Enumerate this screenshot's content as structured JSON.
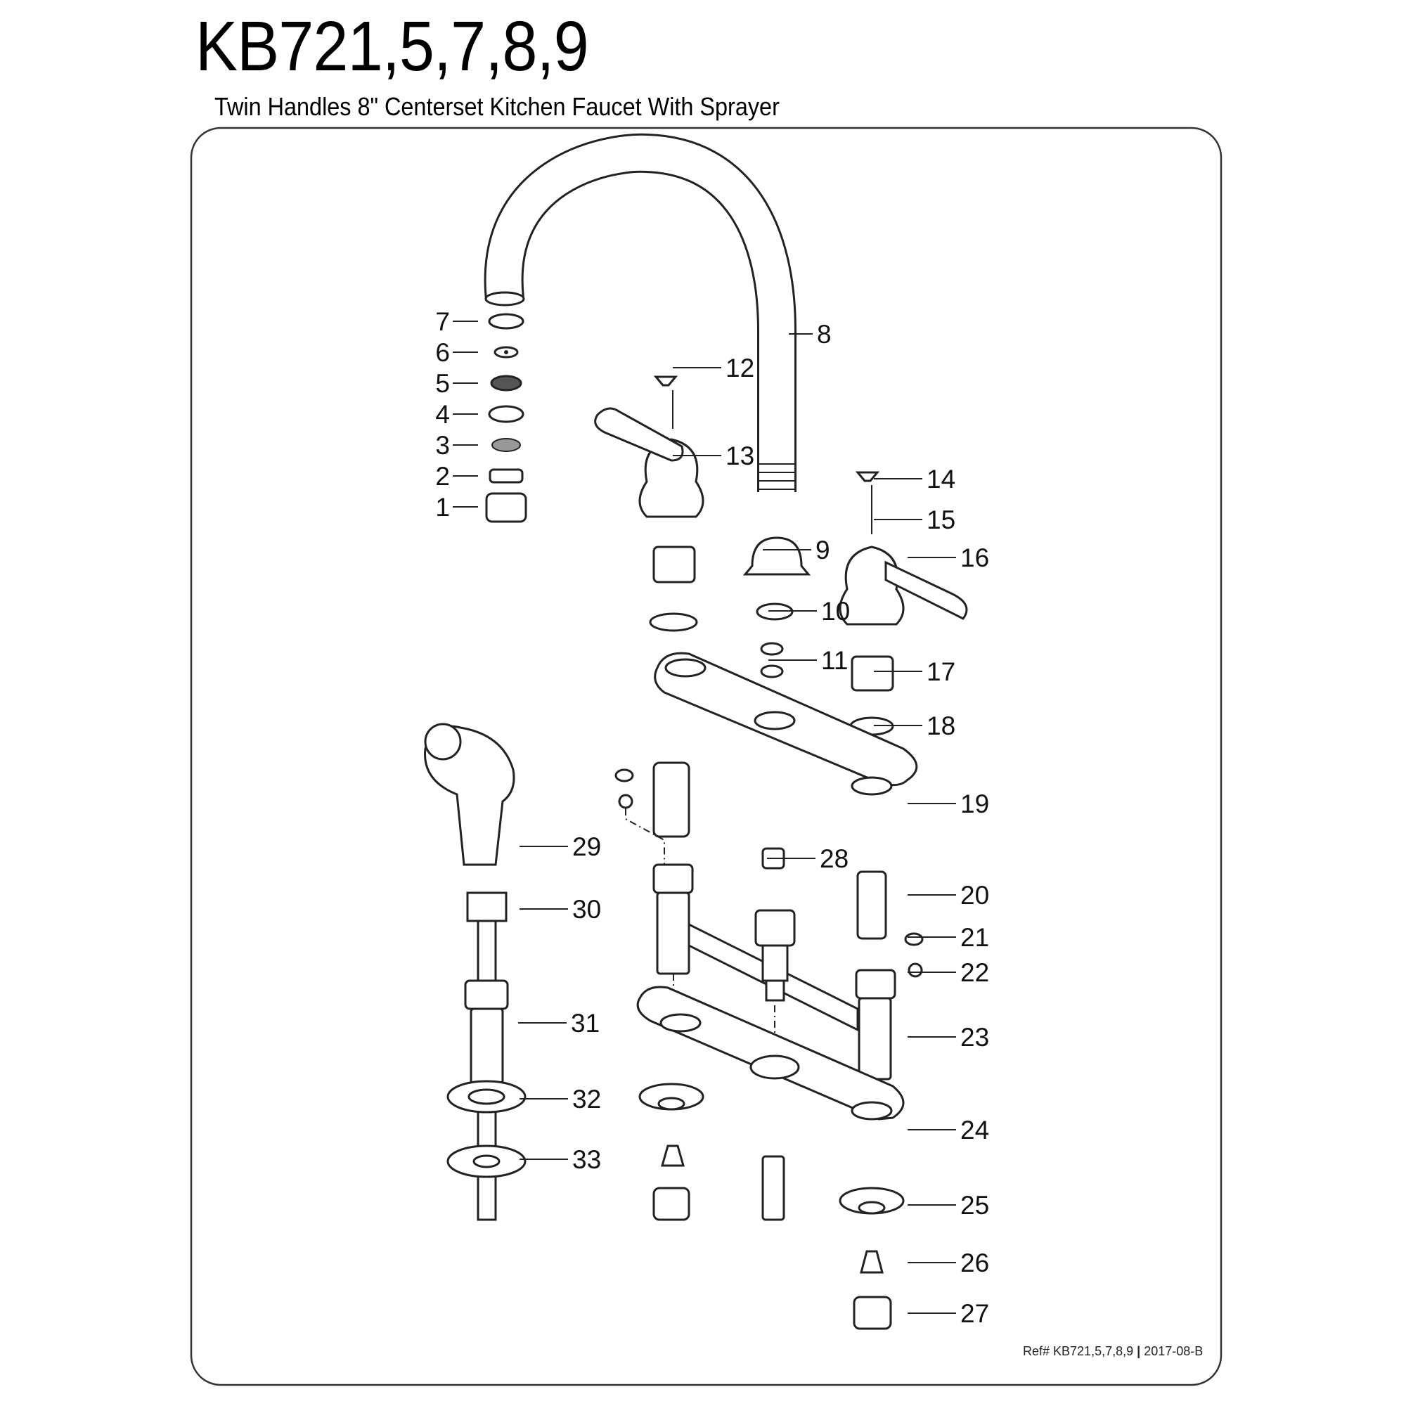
{
  "header": {
    "title": "KB721,5,7,8,9",
    "subtitle": "Twin Handles 8\" Centerset Kitchen Faucet With Sprayer"
  },
  "footer": {
    "ref_label": "Ref# KB721,5,7,8,9",
    "separator": "|",
    "revision": "2017-08-B"
  },
  "part_labels": [
    "1",
    "2",
    "3",
    "4",
    "5",
    "6",
    "7",
    "8",
    "9",
    "10",
    "11",
    "12",
    "13",
    "14",
    "15",
    "16",
    "17",
    "18",
    "19",
    "20",
    "21",
    "22",
    "23",
    "24",
    "25",
    "26",
    "27",
    "28",
    "29",
    "30",
    "31",
    "32",
    "33"
  ]
}
